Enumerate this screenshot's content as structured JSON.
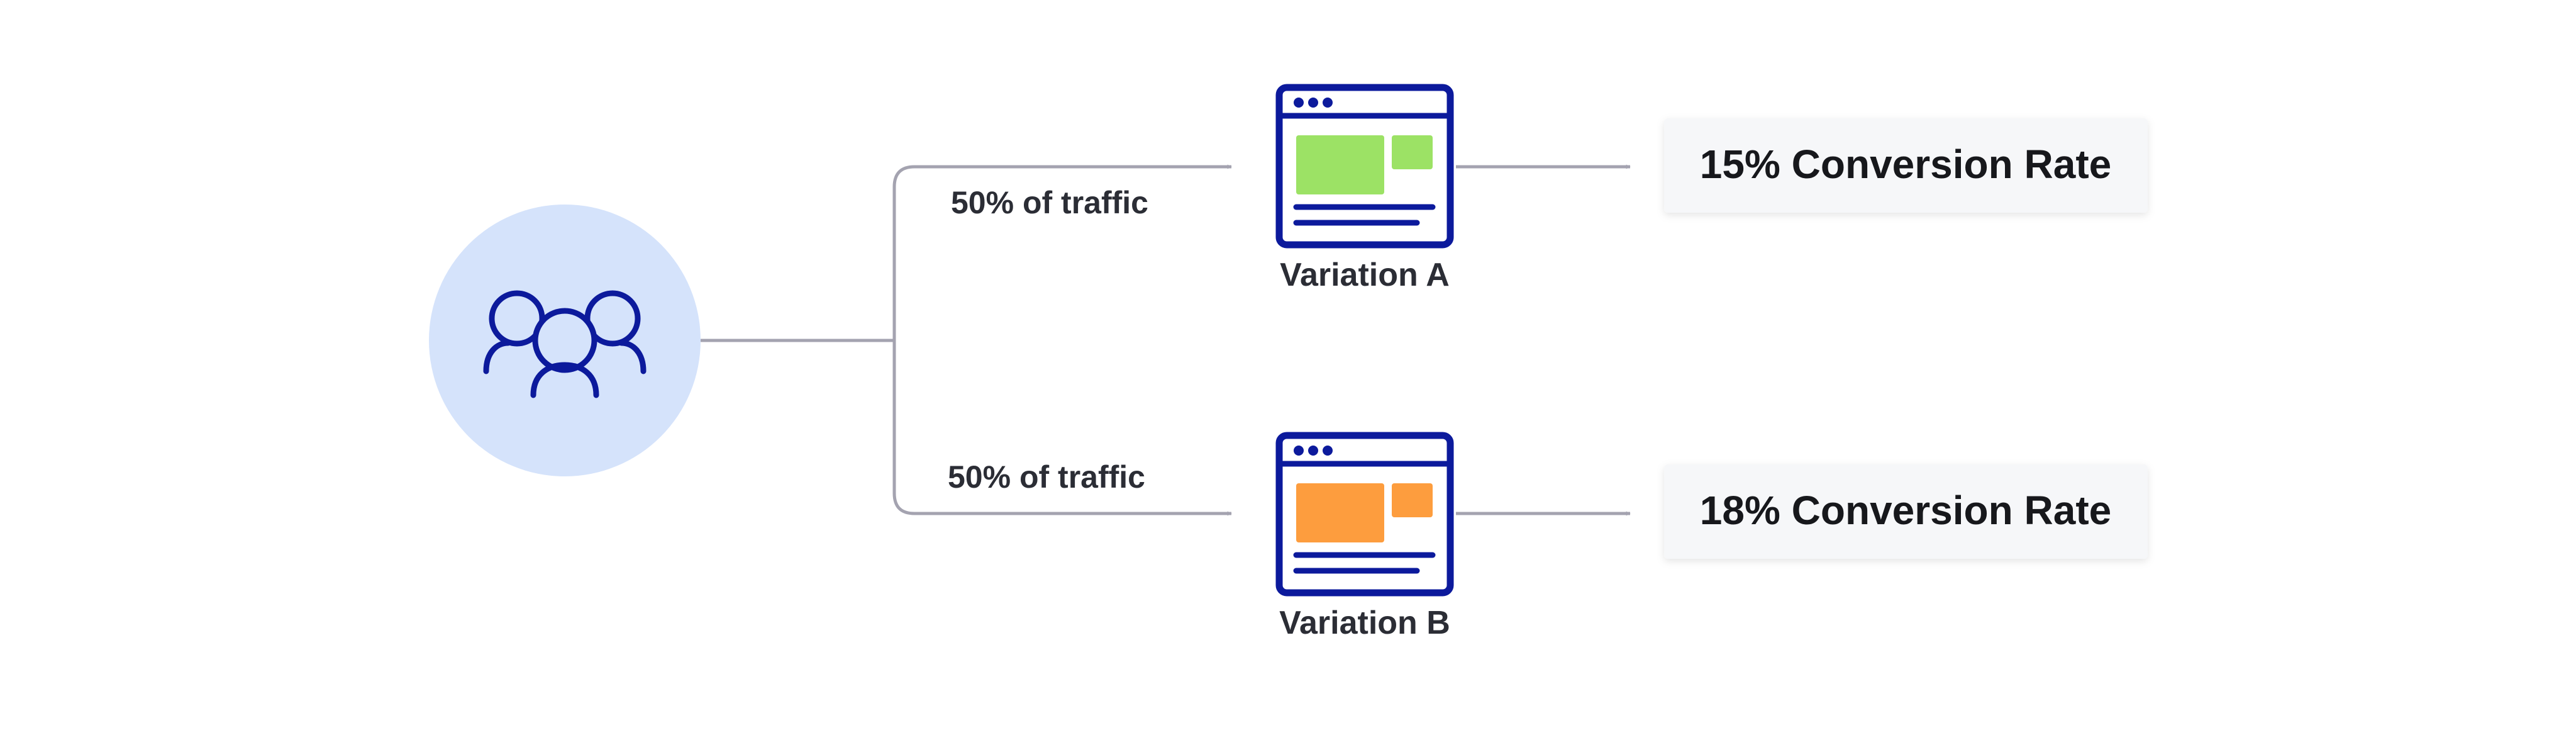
{
  "users": {
    "icon": "users-group-icon"
  },
  "branches": [
    {
      "traffic_label": "50% of traffic",
      "variation_label": "Variation A",
      "result": "15% Conversion Rate",
      "accent_color": "#9ce265",
      "icon": "browser-window-icon"
    },
    {
      "traffic_label": "50% of traffic",
      "variation_label": "Variation B",
      "result": "18% Conversion Rate",
      "accent_color": "#fd9d3e",
      "icon": "browser-window-icon"
    }
  ],
  "colors": {
    "navy": "#0c1a9c",
    "circle_fill": "#d5e3fb",
    "connector": "#a4a3b0",
    "result_box": "#f6f7f9",
    "text": "#2b2d35"
  }
}
